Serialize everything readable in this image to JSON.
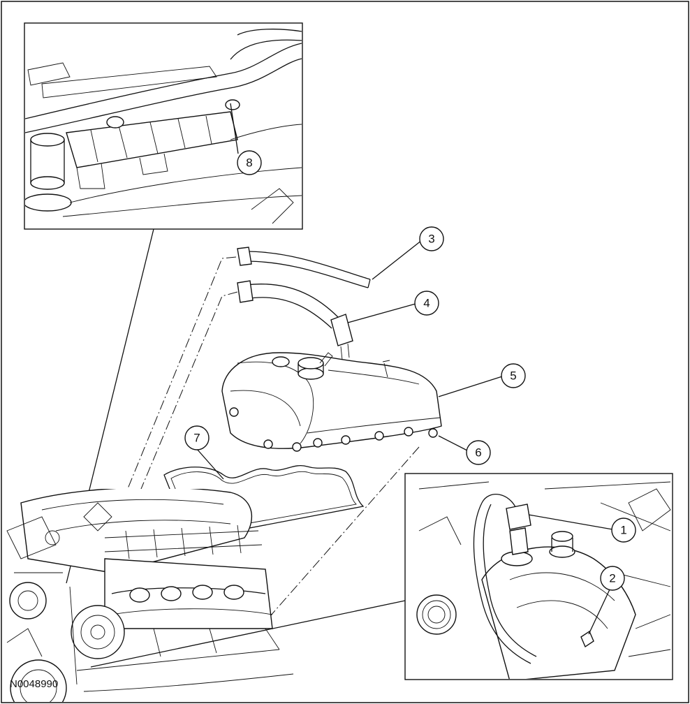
{
  "figure_id": "N0048990",
  "callouts": [
    {
      "label": "1"
    },
    {
      "label": "2"
    },
    {
      "label": "3"
    },
    {
      "label": "4"
    },
    {
      "label": "5"
    },
    {
      "label": "6"
    },
    {
      "label": "7"
    },
    {
      "label": "8"
    }
  ]
}
